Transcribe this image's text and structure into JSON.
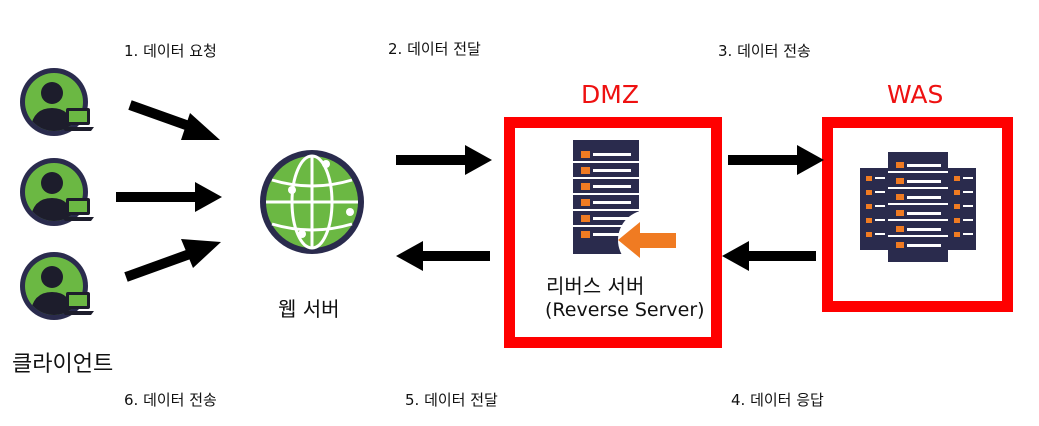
{
  "steps": {
    "s1": "1. 데이터 요청",
    "s2": "2. 데이터 전달",
    "s3": "3. 데이터 전송",
    "s4": "4. 데이터 응답",
    "s5": "5. 데이터 전달",
    "s6": "6. 데이터 전송"
  },
  "nodes": {
    "client_label": "클라이언트",
    "web_server_label": "웹 서버",
    "reverse_label_ko": "리버스 서버",
    "reverse_label_en": "(Reverse Server)",
    "dmz_label": "DMZ",
    "was_label": "WAS"
  },
  "colors": {
    "zone_red": "#ff0000",
    "client_green": "#6bb843",
    "server_navy": "#2a2b4d",
    "server_orange": "#f07b22",
    "arrow": "#000000"
  },
  "icons": [
    "user-laptop-icon",
    "globe-icon",
    "server-rack-icon",
    "server-cluster-icon",
    "arrow-icon"
  ]
}
